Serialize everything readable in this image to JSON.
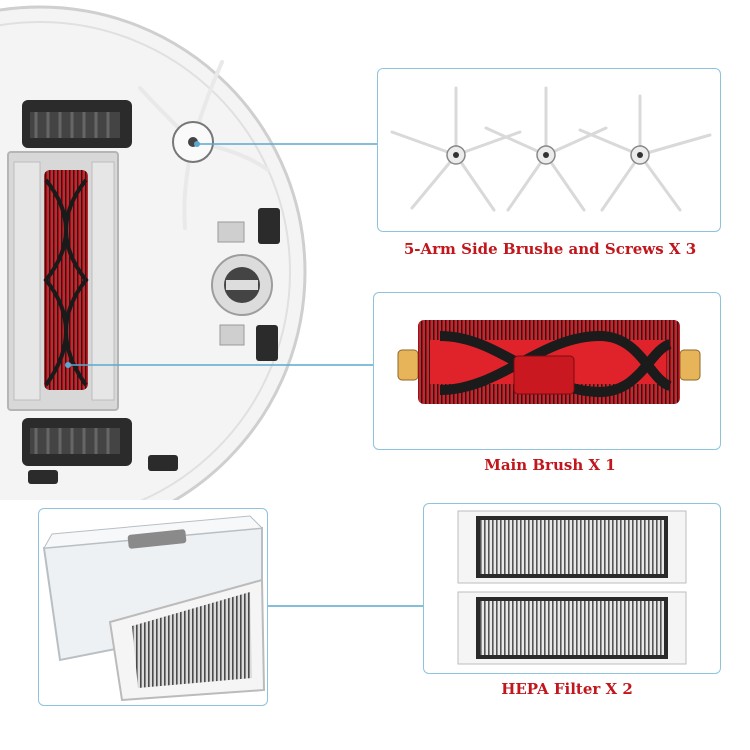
{
  "products": {
    "side_brush": {
      "caption": "5-Arm Side Brushe and Screws X 3"
    },
    "main_brush": {
      "caption": "Main Brush X 1"
    },
    "hepa_filter": {
      "caption": "HEPA Filter X 2"
    }
  },
  "colors": {
    "frame": "#8fc3dc",
    "connector": "#5aa8d0",
    "caption": "#c0161c",
    "brush_red": "#d61f26",
    "bristle": "#2a2a2a"
  }
}
